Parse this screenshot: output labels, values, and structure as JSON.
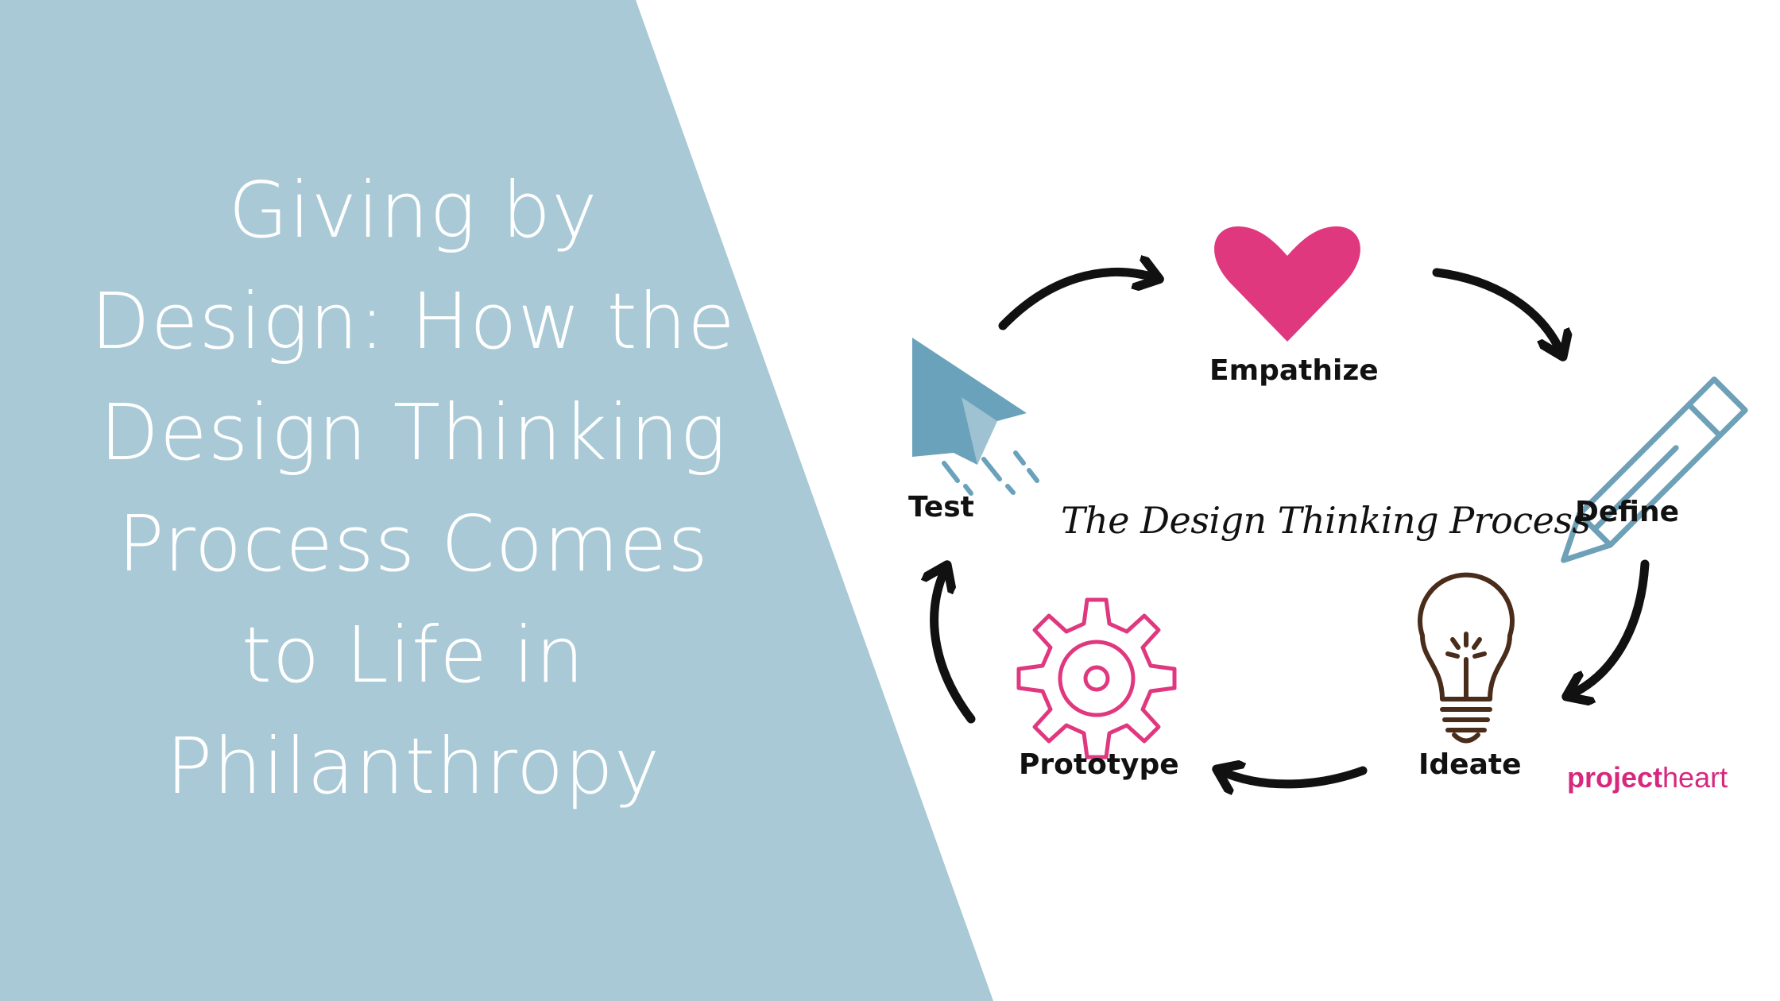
{
  "headline": {
    "lines": [
      "Giving by",
      "Design: How the",
      "Design Thinking",
      "Process Comes",
      "to Life in",
      "Philanthropy"
    ]
  },
  "diagram": {
    "center_title": "The Design Thinking Process",
    "stages": {
      "empathize": "Empathize",
      "define": "Define",
      "ideate": "Ideate",
      "prototype": "Prototype",
      "test": "Test"
    }
  },
  "brand": {
    "part1": "project",
    "part2": "heart"
  },
  "colors": {
    "panel": "#a8c9d5",
    "heart": "#e0387f",
    "pencil": "#6ea0b8",
    "gear": "#e0387f",
    "bulb": "#4a2c1a",
    "plane": "#6aa2bb",
    "arrow": "#111111"
  }
}
